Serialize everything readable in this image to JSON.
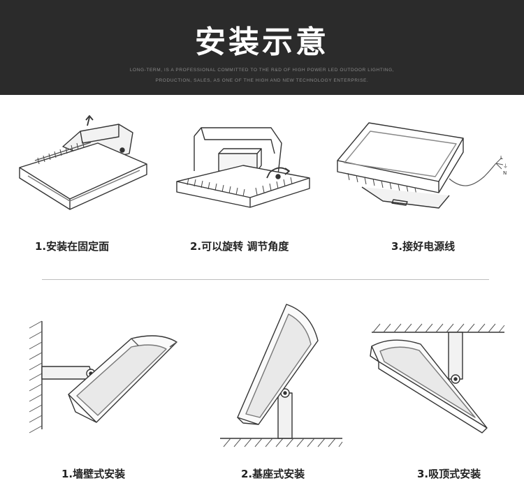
{
  "header": {
    "title": "安装示意",
    "subtitle_line1": "LONG-TERM, IS A PROFESSIONAL COMMITTED TO THE R&D OF HIGH POWER LED OUTDOOR LIGHTING,",
    "subtitle_line2": "PRODUCTION, SALES, AS ONE OF THE HIGH AND NEW TECHNOLOGY ENTERPRISE."
  },
  "steps": [
    {
      "label": "1.安装在固定面"
    },
    {
      "label": "2.可以旋转 调节角度"
    },
    {
      "label": "3.接好电源线"
    }
  ],
  "wiring_labels": [
    "L",
    "⏚",
    "N"
  ],
  "methods": [
    {
      "label": "1.墙壁式安装"
    },
    {
      "label": "2.基座式安装"
    },
    {
      "label": "3.吸顶式安装"
    }
  ]
}
